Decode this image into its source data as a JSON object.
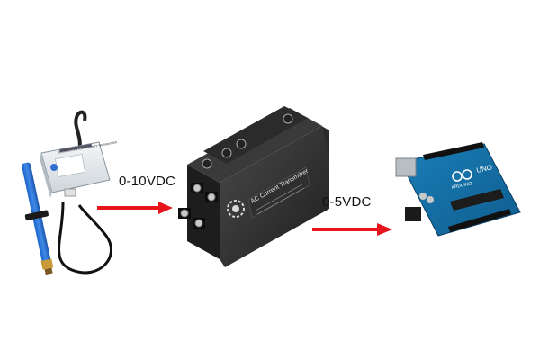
{
  "diagram": {
    "signal_labels": [
      "0-10VDC",
      "0-5VDC"
    ],
    "arrow_color": "#e8141b",
    "devices": [
      {
        "role": "sensor-transmitter",
        "enclosure_text": [
          "TEMPERATURE AND HUMIDITY TRANSMITTER"
        ]
      },
      {
        "role": "signal-converter",
        "front_text": "AC Current Transmitter"
      },
      {
        "role": "microcontroller",
        "board_text": [
          "ARDUINO",
          "UNO"
        ]
      }
    ]
  }
}
